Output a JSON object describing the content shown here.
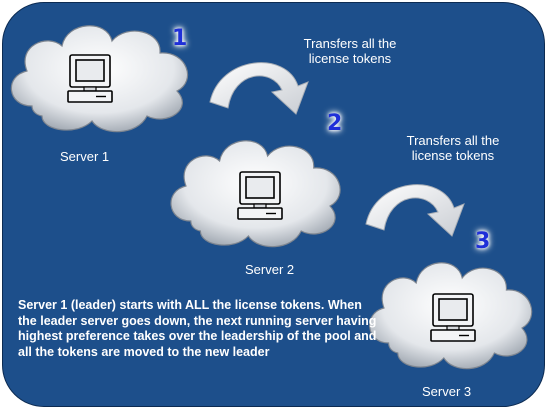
{
  "servers": [
    {
      "label": "Server 1",
      "number": "1"
    },
    {
      "label": "Server 2",
      "number": "2"
    },
    {
      "label": "Server 3",
      "number": "3"
    }
  ],
  "transfers": [
    {
      "label_line1": "Transfers all the",
      "label_line2": "license tokens"
    },
    {
      "label_line1": "Transfers all the",
      "label_line2": "license tokens"
    }
  ],
  "description": "Server 1 (leader) starts with ALL the license tokens. When the leader server goes down, the next running server having highest preference takes over the leadership of the pool and all the tokens are moved to the new leader",
  "colors": {
    "background": "#1d4f8b",
    "cloud": "#d9dde3",
    "number": "#1f2fd8",
    "text": "#ffffff"
  },
  "icons": [
    "cloud-icon",
    "computer-icon",
    "curved-arrow-icon"
  ]
}
